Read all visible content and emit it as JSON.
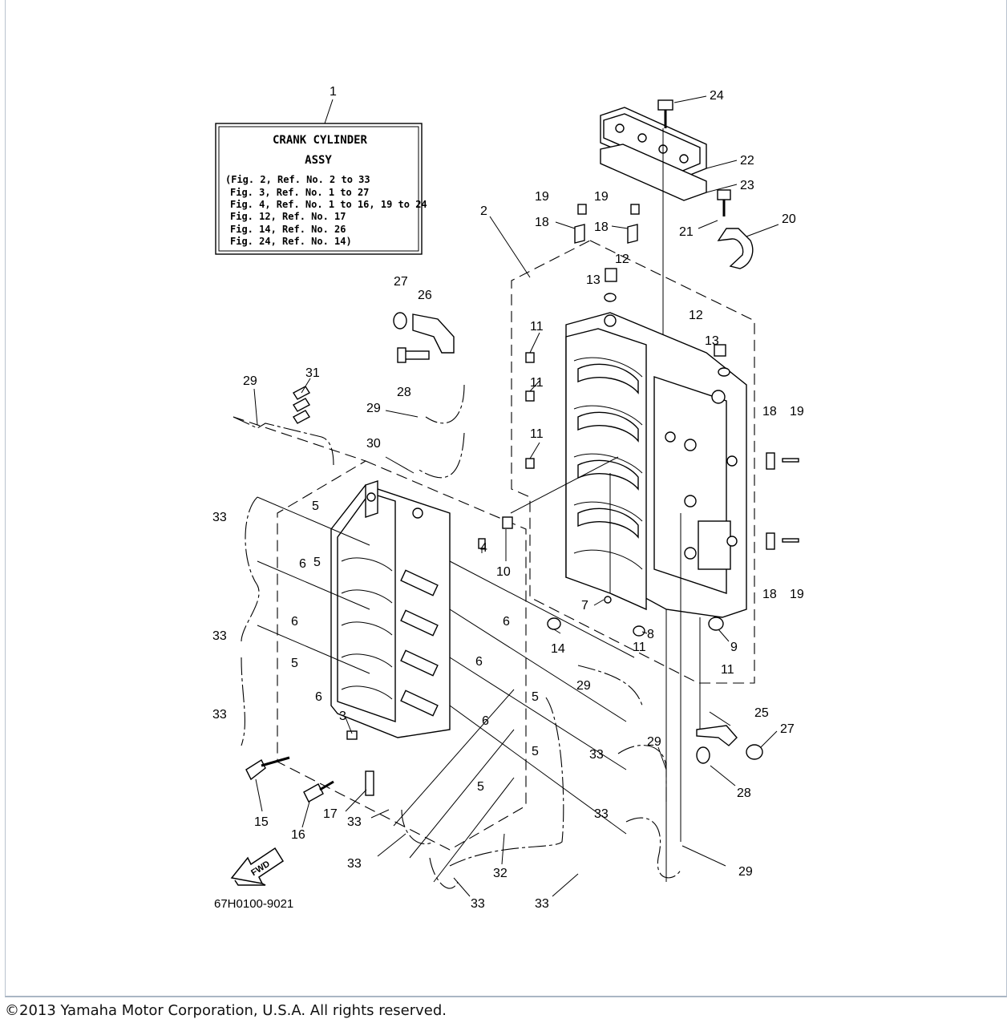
{
  "info_box": {
    "callout": "1",
    "title": "CRANK CYLINDER",
    "subtitle": "ASSY",
    "lines": [
      "(Fig. 2, Ref. No. 2 to 33",
      "Fig. 3, Ref. No. 1 to 27",
      "Fig. 4, Ref. No. 1 to 16, 19 to 24",
      "Fig. 12, Ref. No. 17",
      "Fig. 14, Ref. No. 26",
      "Fig. 24, Ref. No. 14)"
    ]
  },
  "callouts": [
    {
      "id": "24",
      "label": "24"
    },
    {
      "id": "22",
      "label": "22"
    },
    {
      "id": "23",
      "label": "23"
    },
    {
      "id": "19a",
      "label": "19"
    },
    {
      "id": "19b",
      "label": "19"
    },
    {
      "id": "2",
      "label": "2"
    },
    {
      "id": "18a",
      "label": "18"
    },
    {
      "id": "18b",
      "label": "18"
    },
    {
      "id": "21",
      "label": "21"
    },
    {
      "id": "20",
      "label": "20"
    },
    {
      "id": "12a",
      "label": "12"
    },
    {
      "id": "13a",
      "label": "13"
    },
    {
      "id": "27a",
      "label": "27"
    },
    {
      "id": "26",
      "label": "26"
    },
    {
      "id": "12b",
      "label": "12"
    },
    {
      "id": "13b",
      "label": "13"
    },
    {
      "id": "11a",
      "label": "11"
    },
    {
      "id": "28a",
      "label": "28"
    },
    {
      "id": "11b",
      "label": "11"
    },
    {
      "id": "29a",
      "label": "29"
    },
    {
      "id": "31",
      "label": "31"
    },
    {
      "id": "29b",
      "label": "29"
    },
    {
      "id": "18c",
      "label": "18"
    },
    {
      "id": "19c",
      "label": "19"
    },
    {
      "id": "11c",
      "label": "11"
    },
    {
      "id": "30",
      "label": "30"
    },
    {
      "id": "33a",
      "label": "33"
    },
    {
      "id": "5a",
      "label": "5"
    },
    {
      "id": "4",
      "label": "4"
    },
    {
      "id": "10",
      "label": "10"
    },
    {
      "id": "6a",
      "label": "6"
    },
    {
      "id": "5b",
      "label": "5"
    },
    {
      "id": "18d",
      "label": "18"
    },
    {
      "id": "19d",
      "label": "19"
    },
    {
      "id": "7",
      "label": "7"
    },
    {
      "id": "6b",
      "label": "6"
    },
    {
      "id": "6c",
      "label": "6"
    },
    {
      "id": "33b",
      "label": "33"
    },
    {
      "id": "14",
      "label": "14"
    },
    {
      "id": "8",
      "label": "8"
    },
    {
      "id": "9",
      "label": "9"
    },
    {
      "id": "11d",
      "label": "11"
    },
    {
      "id": "11e",
      "label": "11"
    },
    {
      "id": "5c",
      "label": "5"
    },
    {
      "id": "6d",
      "label": "6"
    },
    {
      "id": "29c",
      "label": "29"
    },
    {
      "id": "5d",
      "label": "5"
    },
    {
      "id": "6e",
      "label": "6"
    },
    {
      "id": "33c",
      "label": "33"
    },
    {
      "id": "3",
      "label": "3"
    },
    {
      "id": "6f",
      "label": "6"
    },
    {
      "id": "25",
      "label": "25"
    },
    {
      "id": "27b",
      "label": "27"
    },
    {
      "id": "5e",
      "label": "5"
    },
    {
      "id": "33d",
      "label": "33"
    },
    {
      "id": "29d",
      "label": "29"
    },
    {
      "id": "28b",
      "label": "28"
    },
    {
      "id": "5f",
      "label": "5"
    },
    {
      "id": "33e",
      "label": "33"
    },
    {
      "id": "15",
      "label": "15"
    },
    {
      "id": "17",
      "label": "17"
    },
    {
      "id": "33f",
      "label": "33"
    },
    {
      "id": "16",
      "label": "16"
    },
    {
      "id": "33g",
      "label": "33"
    },
    {
      "id": "32",
      "label": "32"
    },
    {
      "id": "29e",
      "label": "29"
    },
    {
      "id": "33h",
      "label": "33"
    },
    {
      "id": "33i",
      "label": "33"
    }
  ],
  "fwd_label": "FWD",
  "diagram_code": "67H0100-9021",
  "copyright": "©2013 Yamaha Motor Corporation, U.S.A. All rights reserved."
}
